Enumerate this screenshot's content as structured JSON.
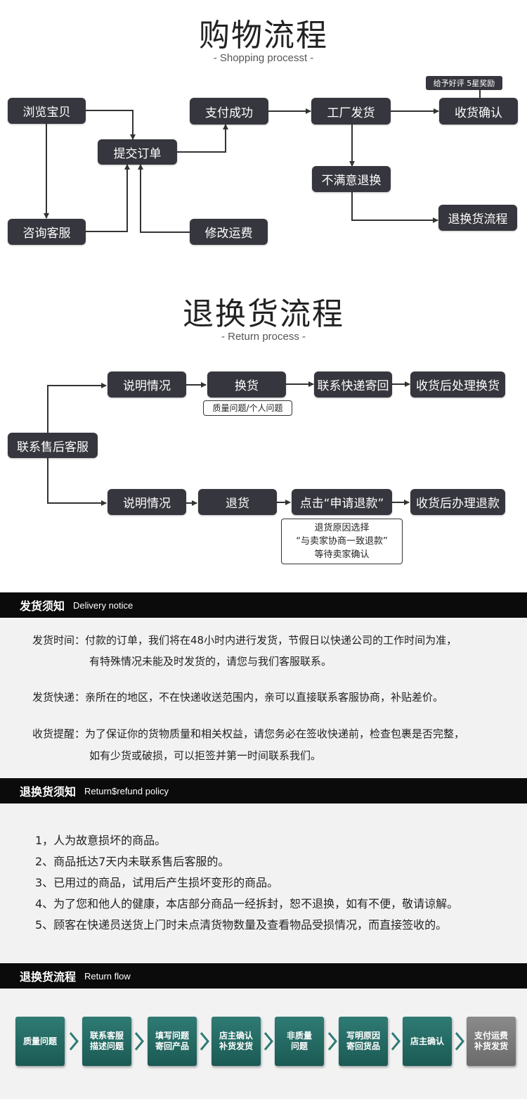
{
  "shopping": {
    "title": "购物流程",
    "subtitle": "- Shopping processt -",
    "nodes": {
      "browse": "浏览宝贝",
      "order": "提交订单",
      "paid": "支付成功",
      "ship": "工厂发货",
      "receive": "收货确认",
      "consult": "咨询客服",
      "modify": "修改运费",
      "unsatisfied": "不满意退换",
      "return_flow": "退换货流程"
    },
    "tag": "给予好评 5星奖励"
  },
  "returnproc": {
    "title": "退换货流程",
    "subtitle": "- Return process -",
    "contact": "联系售后客服",
    "top": {
      "explain": "说明情况",
      "exchange": "换货",
      "express": "联系快递寄回",
      "after": "收货后处理换货",
      "note": "质量问题/个人问题"
    },
    "bottom": {
      "explain": "说明情况",
      "refund": "退货",
      "click": "点击“申请退款”",
      "after": "收货后办理退款",
      "note": [
        "退货原因选择",
        "“与卖家协商一致退款”",
        "等待卖家确认"
      ]
    }
  },
  "delivery": {
    "header_zh": "发货须知",
    "header_en": "Delivery notice",
    "items": [
      {
        "label": "发货时间：",
        "lines": [
          "付款的订单，我们将在48小时内进行发货，节假日以快递公司的工作时间为准，",
          "有特殊情况未能及时发货的，请您与我们客服联系。"
        ]
      },
      {
        "label": "发货快递：",
        "lines": [
          "亲所在的地区，不在快递收送范围内，亲可以直接联系客服协商，补贴差价。"
        ]
      },
      {
        "label": "收货提醒：",
        "lines": [
          "为了保证你的货物质量和相关权益，请您务必在签收快递前，检查包裹是否完整，",
          "如有少货或破损，可以拒签并第一时间联系我们。"
        ]
      }
    ]
  },
  "policy": {
    "header_zh": "退换货须知",
    "header_en": "Return$refund policy",
    "items": [
      "1，人为故意损坏的商品。",
      "2、商品抵达7天内未联系售后客服的。",
      "3、已用过的商品，试用后产生损坏变形的商品。",
      "4、为了您和他人的健康，本店部分商品一经拆封，恕不退换，如有不便，敬请谅解。",
      "5、顾客在快递员送货上门时未点清货物数量及查看物品受损情况，而直接签收的。"
    ]
  },
  "flow": {
    "header_zh": "退换货流程",
    "header_en": "Return flow",
    "steps": [
      {
        "lines": [
          "质量问题"
        ]
      },
      {
        "lines": [
          "联系客服",
          "描述问题"
        ]
      },
      {
        "lines": [
          "填写问题",
          "寄回产品"
        ]
      },
      {
        "lines": [
          "店主确认",
          "补货发货"
        ]
      },
      {
        "lines": [
          "非质量",
          "问题"
        ]
      },
      {
        "lines": [
          "写明原因",
          "寄回货品"
        ]
      },
      {
        "lines": [
          "店主确认"
        ]
      },
      {
        "lines": [
          "支付运费",
          "补货发货"
        ]
      }
    ],
    "colors": {
      "step": "#1f615b",
      "last_step": "#7a7a7a"
    }
  }
}
